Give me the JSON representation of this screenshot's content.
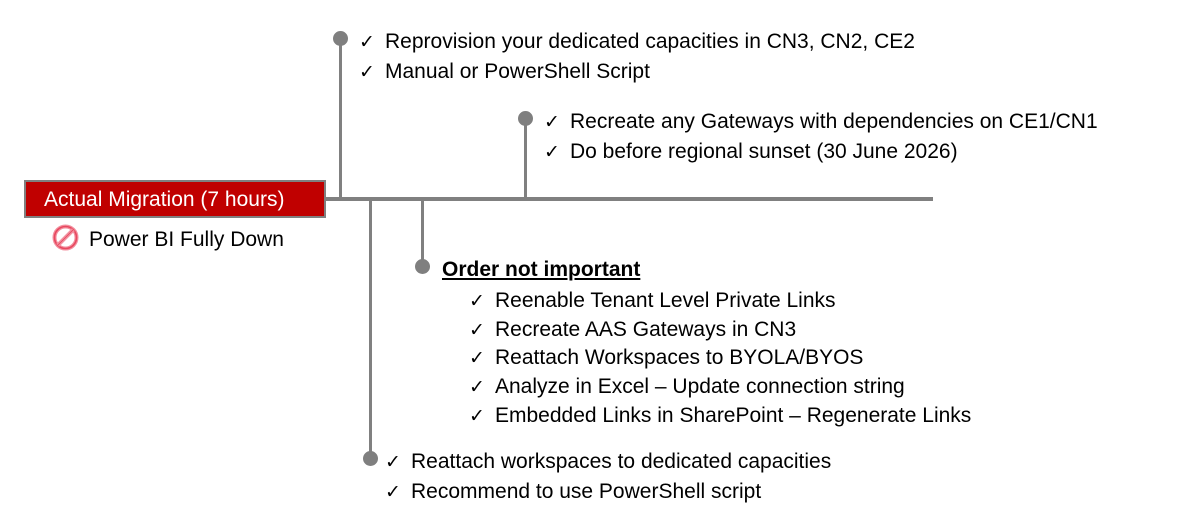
{
  "diagram": {
    "type": "timeline",
    "accent_color": "#C00000",
    "line_color": "#808080",
    "text_color": "#000000",
    "milestone": {
      "label": "Actual Migration (7 hours)",
      "status_icon": "prohibition-icon",
      "status_label": "Power BI Fully Down"
    },
    "branches": [
      {
        "id": "branch-reprovision",
        "position": "above-left",
        "heading": null,
        "items": [
          "Reprovision your dedicated capacities in CN3, CN2, CE2",
          "Manual or PowerShell Script"
        ]
      },
      {
        "id": "branch-gateways",
        "position": "above-right",
        "heading": null,
        "items": [
          "Recreate any Gateways with dependencies on CE1/CN1",
          "Do before regional sunset (30 June 2026)"
        ]
      },
      {
        "id": "branch-order-not-important",
        "position": "below-middle",
        "heading": "Order not important",
        "items": [
          "Reenable Tenant Level Private Links",
          "Recreate AAS Gateways in CN3",
          "Reattach Workspaces to BYOLA/BYOS",
          "Analyze in Excel – Update connection string",
          "Embedded Links in SharePoint – Regenerate Links"
        ]
      },
      {
        "id": "branch-reattach",
        "position": "below-bottom",
        "heading": null,
        "items": [
          "Reattach workspaces to dedicated capacities",
          "Recommend to use PowerShell script"
        ]
      }
    ],
    "glyphs": {
      "check": "✓"
    }
  }
}
